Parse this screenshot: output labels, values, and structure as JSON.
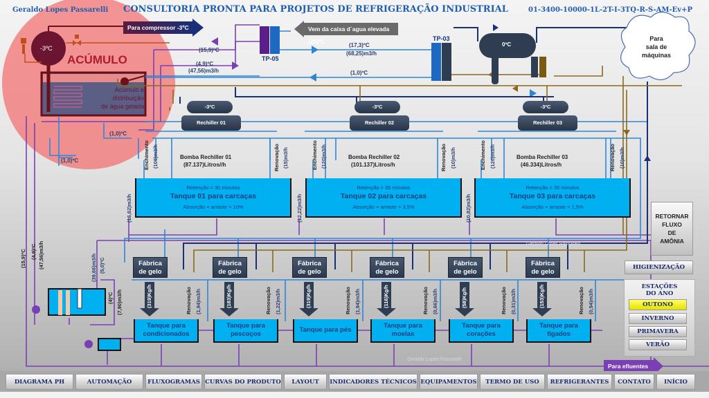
{
  "header": {
    "author": "Geraldo Lopes Passarelli",
    "title": "CONSULTORIA PRONTA PARA PROJETOS DE REFRIGERAÇÃO INDUSTRIAL",
    "code": "01-3400-10000-1L-2T-I-3TQ-R-S-AM-Ev+P"
  },
  "accumulation": {
    "title": "ACÚMULO",
    "drum_temp": "-3ºC",
    "tank_label_1": "Acúmulo e",
    "tank_label_2": "distribuição",
    "tank_label_3": "de água gelada",
    "to_compressor": "Para compressor -3ºC"
  },
  "top_flows": {
    "from_elevated_tank": "Vem da caixa d´agua elevada (25)ºC",
    "tp05": "TP-05",
    "tp03": "TP-03",
    "t_15_9": "(15,9)ºC",
    "t_4_9": "(4,9)ºC",
    "f_47_56": "(47,56)m3/h",
    "t_17_3": "(17,3)ºC",
    "f_68_25": "(68,25)m3/h",
    "t_1_0_a": "(1,0)ºC",
    "t_1_0_b": "(1,0)ºC",
    "t_1_0_c": "(1,0)ºC",
    "separator_temp": "0ºC",
    "machine_room_1": "Para",
    "machine_room_2": "sala de",
    "machine_room_3": "máquinas"
  },
  "rechillers": [
    {
      "drum_temp": "-3ºC",
      "name": "Rechiller 01",
      "pump": "Bomba Rechiller 01",
      "pump_flow": "(87.137)Litros//h",
      "fill_label": "Enchimento",
      "fill_flow": "(100)m3/h",
      "renew_label": "Renovação",
      "renew_flow": "(15)m3/h"
    },
    {
      "drum_temp": "-3ºC",
      "name": "Rechiller 02",
      "pump": "Bomba Rechiller 02",
      "pump_flow": "(101.137)Litros/h",
      "fill_label": "Enchimento",
      "fill_flow": "(120)m3/h",
      "renew_label": "Renovação",
      "renew_flow": "(10)m3/h"
    },
    {
      "drum_temp": "-3ºC",
      "name": "Rechiller 03",
      "pump": "Bomba Rechiller 03",
      "pump_flow": "(46.334)Litros/h",
      "fill_label": "Enchimento",
      "fill_flow": "(120)m3/h",
      "renew_label": "Renovação",
      "renew_flow": "(10)m3/h"
    }
  ],
  "carcass_tanks": [
    {
      "retention": "Retenção = 30 minutos",
      "name": "Tanque 01 para carcaças",
      "absorption": "Absorção + arraste = 10%",
      "overflow": "(16,62)m3/h"
    },
    {
      "retention": "Retenção = 35 minutos",
      "name": "Tanque 02 para carcaças",
      "absorption": "Absorção + arraste = 3,5%",
      "overflow": "(12,22)m3/h"
    },
    {
      "retention": "Retenção = 35 minutos",
      "name": "Tanque 03 para carcaças",
      "absorption": "Absorção + arraste = 1,5%",
      "overflow": "(10,82)m3/h"
    }
  ],
  "left_flows": {
    "t_15_9": "(15,9)ºC",
    "t_4_9": "(4,9)ºC",
    "f_47_56": "(47,56)m3/h",
    "f_39_66": "(39,66)m3/h",
    "t_5_0": "(5,0)ºC",
    "t_4": "(4)ºC",
    "f_7_90": "(7,90)m3/h"
  },
  "ice_factories": [
    {
      "name_1": "Fábrica",
      "name_2": "de gelo",
      "ice": "(319)Kg/h",
      "renew_label": "Renovação",
      "renew_flow": "(1,94)m3/h",
      "tank_1": "Tanque para",
      "tank_2": "condicionados"
    },
    {
      "name_1": "Fábrica",
      "name_2": "de gelo",
      "ice": "(183)Kg/h",
      "renew_label": "Renovação",
      "renew_flow": "(1,22)m3/h",
      "tank_1": "Tanque para",
      "tank_2": "pescoços"
    },
    {
      "name_1": "Fábrica",
      "name_2": "de gelo",
      "ice": "(319)Kg/h",
      "renew_label": "Renovação",
      "renew_flow": "(1,94)m3/h",
      "tank_1": "Tanque para pés",
      "tank_2": ""
    },
    {
      "name_1": "Fábrica",
      "name_2": "de gelo",
      "ice": "(116)Kg/h",
      "renew_label": "Renovação",
      "renew_flow": "(0,66)m3/h",
      "tank_1": "Tanque para",
      "tank_2": "moelas"
    },
    {
      "name_1": "Fábrica",
      "name_2": "de gelo",
      "ice": "(58)Kg/h",
      "renew_label": "Renovação",
      "renew_flow": "(0,31)m3/h",
      "tank_1": "Tanque para",
      "tank_2": "corações"
    },
    {
      "name_1": "Fábrica",
      "name_2": "de gelo",
      "ice": "(153)Kg/h",
      "renew_label": "Renovação",
      "renew_flow": "(0,94)m3/h",
      "tank_1": "Tanque para",
      "tank_2": "fígados"
    }
  ],
  "watermarks": [
    "Geraldo Lopes Passarelli",
    "Geraldo Lopes Passarelli"
  ],
  "effluent": "Para efluentes",
  "side_panel": {
    "return_ammonia": [
      "RETORNAR",
      "FLUXO",
      "DE",
      "AMÔNIA"
    ],
    "hygiene": "HIGIENIZAÇÃO",
    "seasons_title_1": "ESTAÇÕES",
    "seasons_title_2": "DO ANO",
    "seasons": [
      "OUTONO",
      "INVERNO",
      "PRIMAVERA",
      "VERÃO"
    ],
    "selected_season": "OUTONO"
  },
  "nav": [
    "DIAGRAMA PH",
    "AUTOMAÇÃO",
    "FLUXOGRAMAS",
    "CURVAS DO PRODUTO",
    "LAYOUT",
    "INDICADORES TÉCNICOS",
    "EQUIPAMENTOS",
    "TERMO DE USO",
    "REFRIGERANTES",
    "CONTATO",
    "INÍCIO"
  ],
  "colors": {
    "water_blue": "#00b0f0",
    "pipe_blue": "#2e86d6",
    "pipe_navy": "#1a2f78",
    "pipe_gold": "#8a6a1a",
    "pipe_purple": "#7b3fb5",
    "equipment": "#2f3d52",
    "highlight_circle": "#f26d6d",
    "selected_season": "#ffee00"
  }
}
